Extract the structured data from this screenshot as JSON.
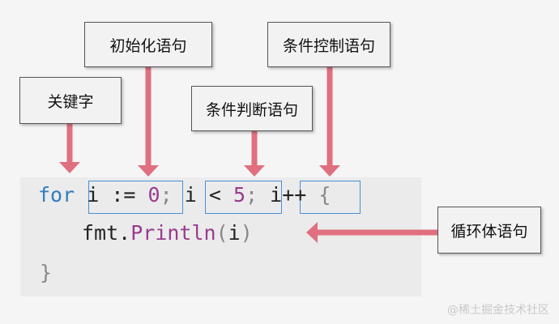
{
  "labels": {
    "initialization": "初始化语句",
    "keyword": "关键字",
    "condition": "条件判断语句",
    "control": "条件控制语句",
    "loop_body": "循环体语句"
  },
  "code": {
    "line1": {
      "keyword": "for",
      "init_var": "i",
      "init_op": ":=",
      "init_val": "0",
      "sep1": ";",
      "cond_var": "i",
      "cond_op": "<",
      "cond_val": "5",
      "sep2": ";",
      "post": "i++",
      "open_brace": "{"
    },
    "line2": {
      "pkg": "fmt",
      "dot": ".",
      "func": "Println",
      "open_paren": "(",
      "arg": "i",
      "close_paren": ")"
    },
    "line3": {
      "close_brace": "}"
    }
  },
  "colors": {
    "arrow": "#e0707f",
    "highlight_border": "#4a8fd8",
    "keyword": "#2f7ec0",
    "function": "#9a3a8f"
  },
  "watermark": "@稀土掘金技术社区"
}
